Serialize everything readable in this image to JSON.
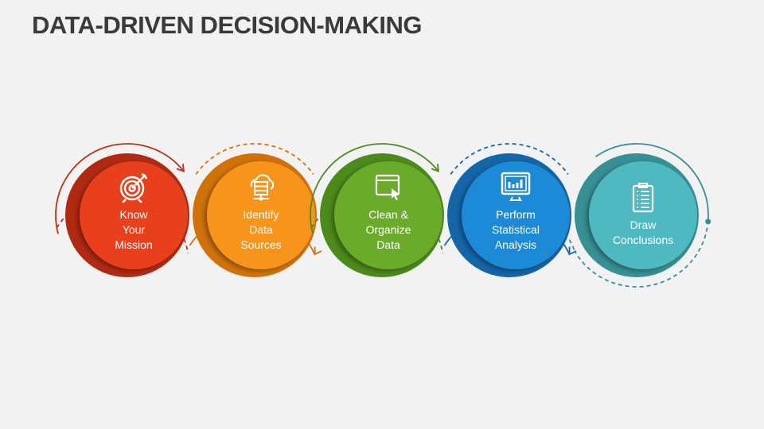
{
  "title": "DATA-DRIVEN DECISION-MAKING",
  "steps": [
    {
      "label": "Know\nYour\nMission",
      "icon": "target-icon",
      "color": "#e8401a",
      "dark": "#b02a12",
      "line": "#b83418"
    },
    {
      "label": "Identify\nData\nSources",
      "icon": "cloud-server-icon",
      "color": "#f7941d",
      "dark": "#d0720a",
      "line": "#d3730a"
    },
    {
      "label": "Clean &\nOrganize\nData",
      "icon": "browser-cursor-icon",
      "color": "#6aab2b",
      "dark": "#4c8a1c",
      "line": "#4e8a1e"
    },
    {
      "label": "Perform\nStatistical\nAnalysis",
      "icon": "monitor-chart-icon",
      "color": "#1c8ad6",
      "dark": "#1466a8",
      "line": "#1668a8"
    },
    {
      "label": "Draw\nConclusions",
      "icon": "clipboard-icon",
      "color": "#4fb9c1",
      "dark": "#379095",
      "line": "#379095"
    }
  ]
}
